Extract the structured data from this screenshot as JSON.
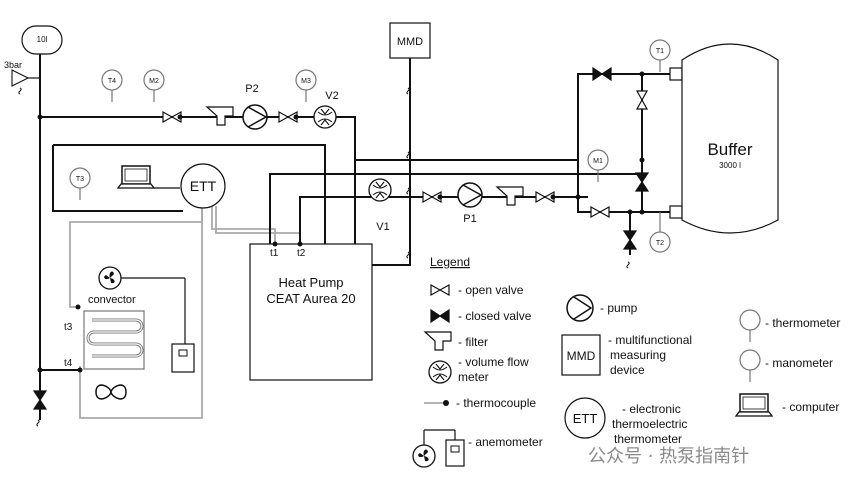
{
  "tank_label": "10l",
  "relief_label": "3bar",
  "pumps": {
    "p2": "P2",
    "p1": "P1"
  },
  "valves_flow": {
    "v2": "V2",
    "v1": "V1"
  },
  "mmd": "MMD",
  "ett": "ETT",
  "buffer": {
    "title": "Buffer",
    "volume": "3000 l"
  },
  "heat_pump": {
    "line1": "Heat Pump",
    "line2": "CEAT Aurea 20"
  },
  "convector": "convector",
  "thermocouples": {
    "t1": "t1",
    "t2": "t2",
    "t3": "t3",
    "t4": "t4"
  },
  "gauges": {
    "t1": "T1",
    "t2": "T2",
    "t3": "T3",
    "t4": "T4",
    "m1": "M1",
    "m2": "M2",
    "m3": "M3"
  },
  "legend": {
    "title": "Legend",
    "open_valve": "- open valve",
    "closed_valve": "- closed valve",
    "filter": "- filter",
    "volume_flow_meter": [
      "- volume flow",
      "meter"
    ],
    "thermocouple": "- thermocouple",
    "anemometer": "- anemometer",
    "pump": "- pump",
    "mmd": "MMD",
    "mmd_desc": [
      "- multifunctional",
      "measuring",
      "device"
    ],
    "ett": "ETT",
    "ett_desc": [
      "- electronic",
      "thermoelectric",
      "thermometer"
    ],
    "thermometer": "- thermometer",
    "manometer": "- manometer",
    "computer": "- computer"
  },
  "watermark": "公众号 · 热泵指南针"
}
